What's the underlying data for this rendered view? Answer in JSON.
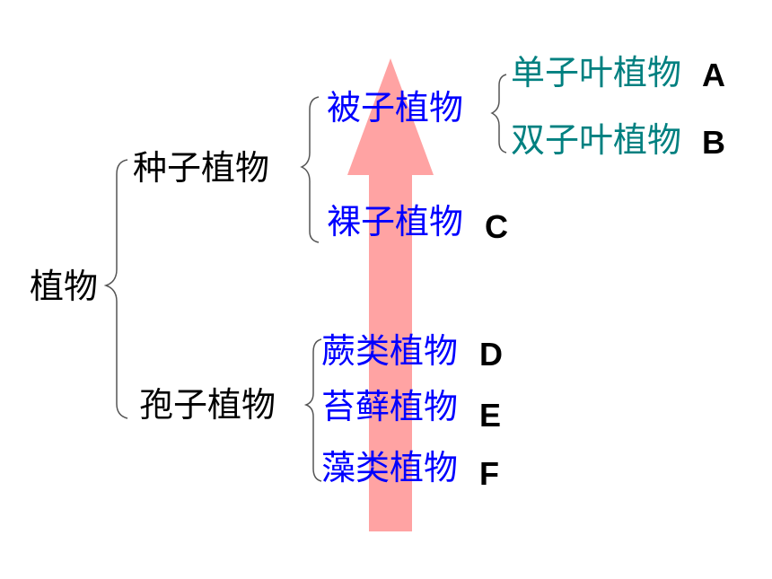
{
  "root": {
    "label": "植物"
  },
  "seed_plants": {
    "label": "种子植物",
    "angiosperms": {
      "label": "被子植物"
    },
    "gymnosperms": {
      "label": "裸子植物",
      "letter": "C"
    },
    "monocots": {
      "label": "单子叶植物",
      "letter": "A"
    },
    "dicots": {
      "label": "双子叶植物",
      "letter": "B"
    }
  },
  "spore_plants": {
    "label": "孢子植物",
    "ferns": {
      "label": "蕨类植物",
      "letter": "D"
    },
    "bryophytes": {
      "label": "苔藓植物",
      "letter": "E"
    },
    "algae": {
      "label": "藻类植物",
      "letter": "F"
    }
  },
  "colors": {
    "arrow": "#ff9999",
    "black_text": "#000000",
    "blue_text": "#0000ff",
    "teal_text": "#008080"
  }
}
